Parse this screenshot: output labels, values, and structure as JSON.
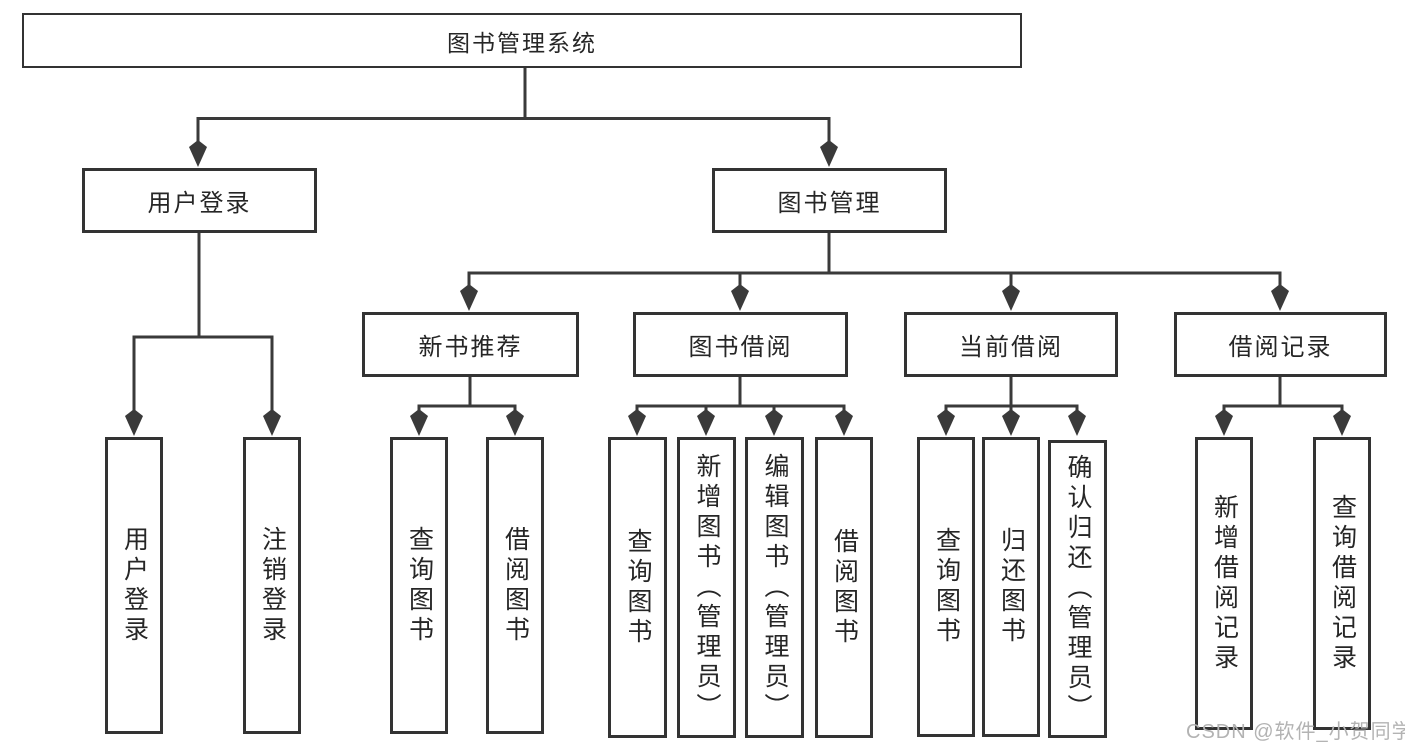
{
  "diagram": {
    "root": {
      "label": "图书管理系统"
    },
    "level2": [
      {
        "id": "user-login",
        "label": "用户登录"
      },
      {
        "id": "book-management",
        "label": "图书管理"
      }
    ],
    "level3": [
      {
        "id": "new-book-recommend",
        "label": "新书推荐"
      },
      {
        "id": "book-borrowing",
        "label": "图书借阅"
      },
      {
        "id": "current-borrowing",
        "label": "当前借阅"
      },
      {
        "id": "borrowing-records",
        "label": "借阅记录"
      }
    ],
    "leaves": {
      "user_login": [
        "用户登录",
        "注销登录"
      ],
      "new_book_recommend": [
        "查询图书",
        "借阅图书"
      ],
      "book_borrowing": [
        "查询图书",
        "新增图书（管理员）",
        "编辑图书（管理员）",
        "借阅图书"
      ],
      "current_borrowing": [
        "查询图书",
        "归还图书",
        "确认归还（管理员）"
      ],
      "borrowing_records": [
        "新增借阅记录",
        "查询借阅记录"
      ]
    },
    "watermark": "CSDN @软件_小贺同学",
    "colors": {
      "line": "#3a3a3a",
      "box_border": "#333333",
      "text": "#262626",
      "background": "#ffffff",
      "watermark": "#b3b3b3"
    }
  }
}
